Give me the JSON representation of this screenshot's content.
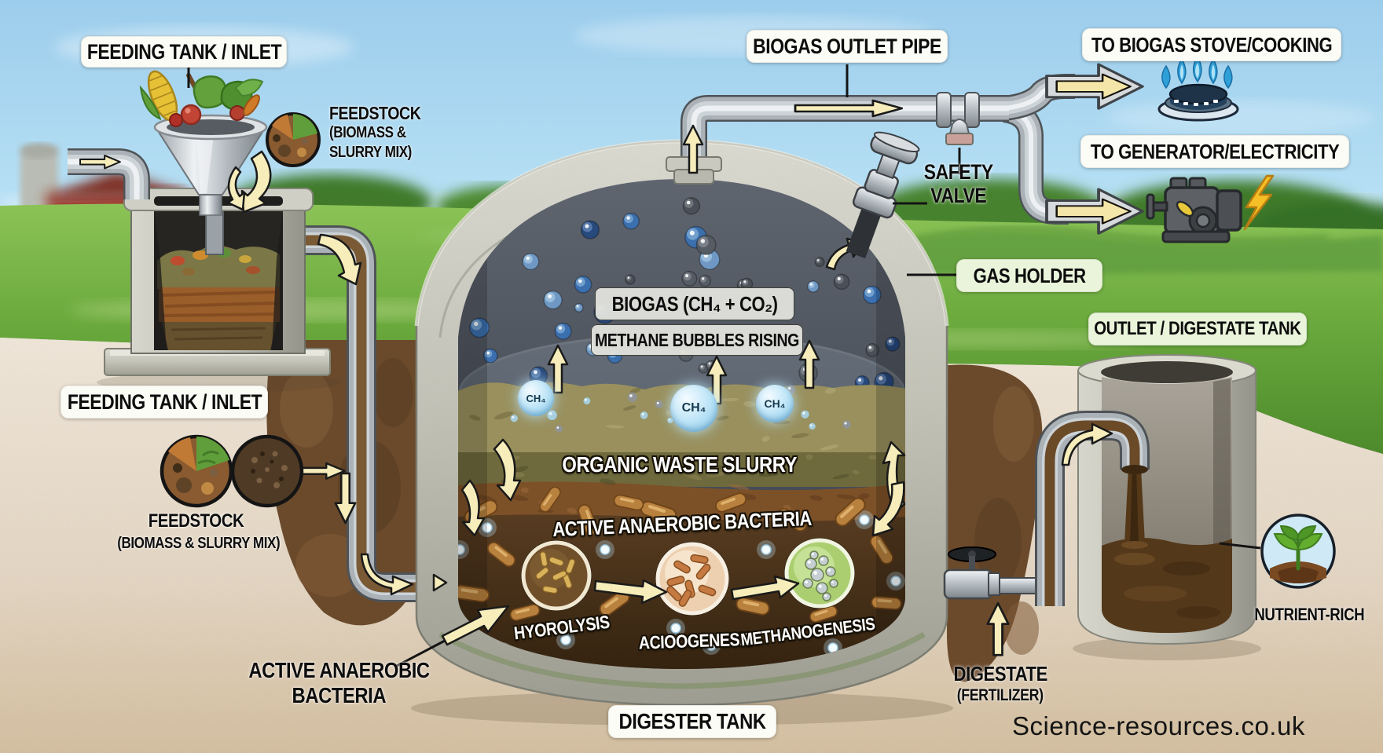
{
  "feeding": {
    "label_top": "FEEDING TANK / INLET",
    "label_lower": "FEEDING TANK / INLET",
    "feedstock_top": {
      "title": "FEEDSTOCK",
      "line1": "(BIOMASS &",
      "line2": "SLURRY MIX)"
    },
    "feedstock_lower": {
      "title": "FEEDSTOCK",
      "subtitle": "(BIOMASS & SLURRY MIX)"
    }
  },
  "gas_line": {
    "outlet_pipe": "BIOGAS OUTLET PIPE",
    "safety_valve_line1": "SAFETY",
    "safety_valve_line2": "VALVE",
    "gas_holder": "GAS HOLDER",
    "to_stove": "TO BIOGAS STOVE/COOKING",
    "to_generator": "TO GENERATOR/ELECTRICITY"
  },
  "digester": {
    "biogas_formula": "BIOGAS (CH₄ + CO₂)",
    "methane_bubbles": "METHANE BUBBLES RISING",
    "ch4": "CH₄",
    "organic_waste": "ORGANIC WASTE SLURRY",
    "bacteria_inner": "ACTIVE ANAEROBIC BACTERIA",
    "hydrolysis": "HYOROLYSIS",
    "acidogenesis": "ACIOOGENESIS",
    "methanogenesis": "METHANOGENESIS",
    "bacteria_callout_line1": "ACTIVE ANAEROBIC",
    "bacteria_callout_line2": "BACTERIA",
    "tank_label": "DIGESTER TANK"
  },
  "outlet": {
    "label": "OUTLET / DIGESTATE TANK",
    "digestate_line1": "DIGESTATE",
    "digestate_line2": "(FERTILIZER)",
    "nutrient": "NUTRIENT-RICH"
  },
  "watermark": "Science-resources.co.uk",
  "icons": {
    "stove": "gas-burner-with-blue-flames",
    "generator": "engine-generator",
    "lightning": "electricity-bolt",
    "plant": "seedling-in-soil",
    "arrows": "yellow-flow-arrows"
  },
  "colors": {
    "sky": "#a9d6ef",
    "grass": "#6fae41",
    "underground": "#ece1d2",
    "soil": "#6b4a2c",
    "concrete": "#c6c6bc",
    "arrow_yellow": "#f6edbb",
    "bubble_blue": "#3b6fae",
    "slurry_olive": "#99905e",
    "digestate_brown": "#54381a",
    "methanogenesis_green": "#abcf70",
    "label_bg": "#fcfcf6",
    "label_bg_green": "#e9f4da"
  }
}
